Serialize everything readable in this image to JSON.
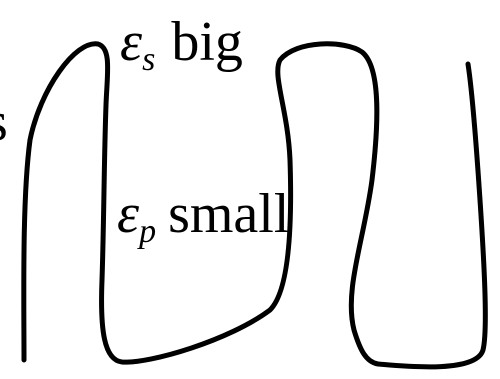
{
  "diagram": {
    "colors": {
      "stroke": "#000000",
      "background": "#ffffff",
      "text": "#000000"
    },
    "labels": {
      "cut_left": "s",
      "eps_s_symbol": "ε",
      "eps_s_sub": "s",
      "eps_s_word": "big",
      "eps_p_symbol": "ε",
      "eps_p_sub": "p",
      "eps_p_word": "small"
    }
  }
}
